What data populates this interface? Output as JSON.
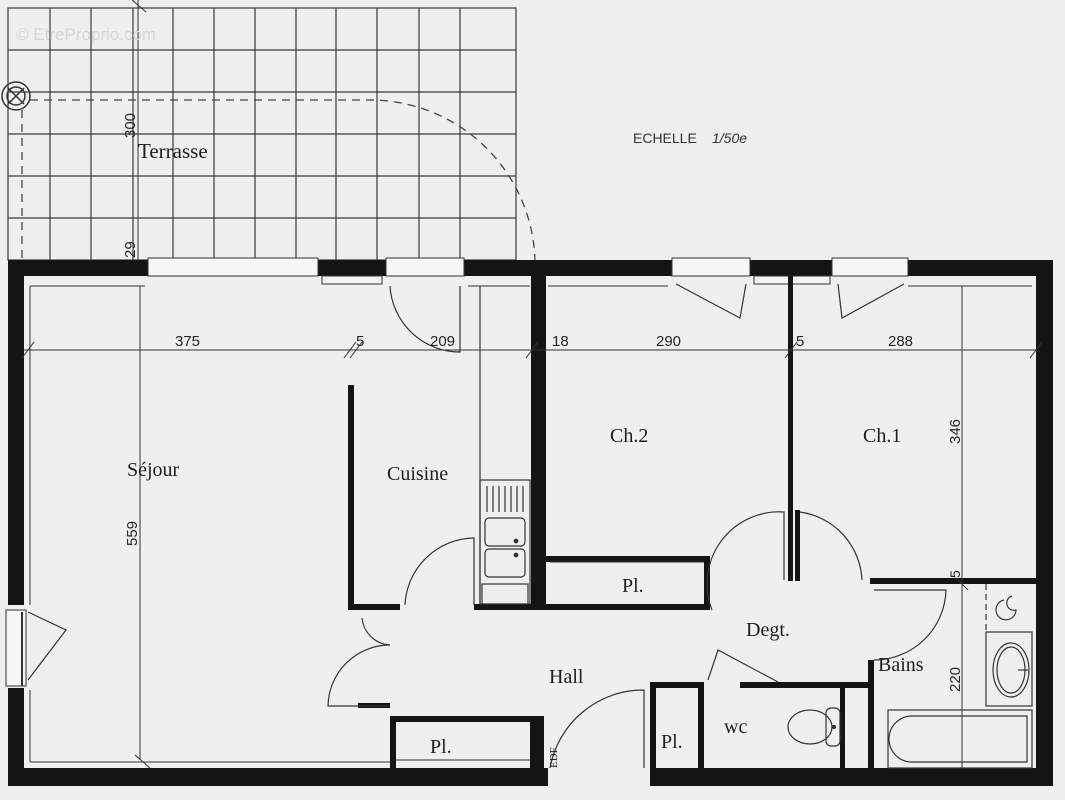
{
  "watermark": "© EtreProprio.com",
  "scale": {
    "label": "ECHELLE",
    "value": "1/50e"
  },
  "colors": {
    "background": "#efefed",
    "wall": "#141414",
    "line": "#333333"
  },
  "rooms": [
    {
      "id": "terrasse",
      "label": "Terrasse"
    },
    {
      "id": "sejour",
      "label": "Séjour"
    },
    {
      "id": "cuisine",
      "label": "Cuisine"
    },
    {
      "id": "ch2",
      "label": "Ch.2"
    },
    {
      "id": "ch1",
      "label": "Ch.1"
    },
    {
      "id": "placard_ch2",
      "label": "Pl."
    },
    {
      "id": "degt",
      "label": "Degt."
    },
    {
      "id": "hall",
      "label": "Hall"
    },
    {
      "id": "bains",
      "label": "Bains"
    },
    {
      "id": "placard_hall",
      "label": "Pl."
    },
    {
      "id": "placard_wc",
      "label": "Pl."
    },
    {
      "id": "wc",
      "label": "wc"
    }
  ],
  "annotations": {
    "edf": "EDF"
  },
  "dimensions": {
    "terrasse_depth": "300",
    "terrasse_offset": "29",
    "sejour_width": "375",
    "cuisine_gap": "5",
    "cuisine_width": "209",
    "ch2_gap": "18",
    "ch2_width": "290",
    "ch1_gap": "5",
    "ch1_width": "288",
    "ch1_depth": "346",
    "sejour_depth": "559",
    "bains_gap": "5",
    "bains_depth": "220"
  }
}
